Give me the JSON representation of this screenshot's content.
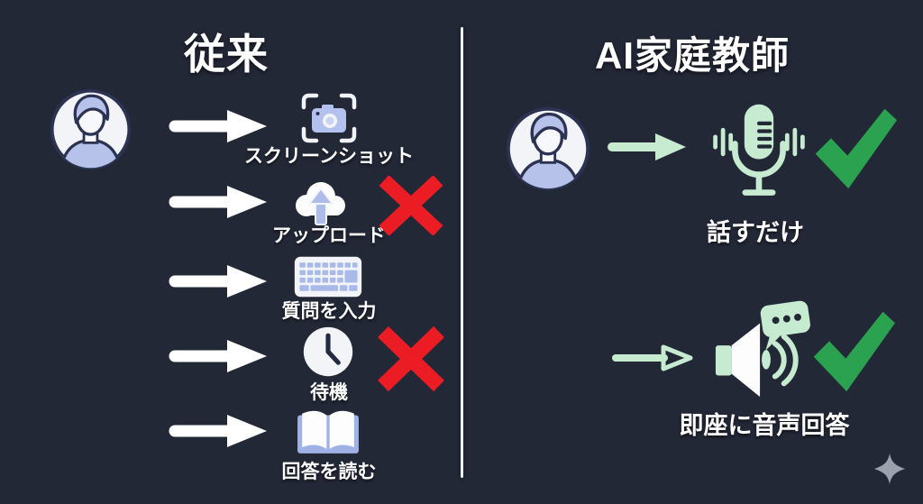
{
  "left": {
    "title": "従来",
    "avatar": "user-avatar",
    "steps": [
      {
        "label": "スクリーンショット",
        "icon": "camera-screenshot-icon",
        "rejected": false
      },
      {
        "label": "アップロード",
        "icon": "cloud-upload-icon",
        "rejected": true
      },
      {
        "label": "質問を入力",
        "icon": "keyboard-icon",
        "rejected": false
      },
      {
        "label": "待機",
        "icon": "clock-icon",
        "rejected": true
      },
      {
        "label": "回答を読む",
        "icon": "open-book-icon",
        "rejected": false
      }
    ]
  },
  "right": {
    "title": "AI家庭教師",
    "avatar": "user-avatar",
    "steps": [
      {
        "label": "話すだけ",
        "icon": "microphone-icon",
        "approved": true
      },
      {
        "label": "即座に音声回答",
        "icon": "speaker-voice-icon",
        "approved": true
      }
    ]
  },
  "icons": {
    "decoration": "sparkle-icon",
    "rejected_mark": "red-x-icon",
    "approved_mark": "green-check-icon"
  },
  "colors": {
    "background": "#232837",
    "divider": "#f2f3f5",
    "arrow_white": "#ffffff",
    "mint": "#c6ebd0",
    "check_green": "#2ba24f",
    "x_red": "#ec1c24",
    "icon_periwinkle": "#b3c1ee",
    "icon_white": "#f3f4f8",
    "outline_navy": "#2c3352",
    "sparkle_gray": "#9ba1ad"
  }
}
